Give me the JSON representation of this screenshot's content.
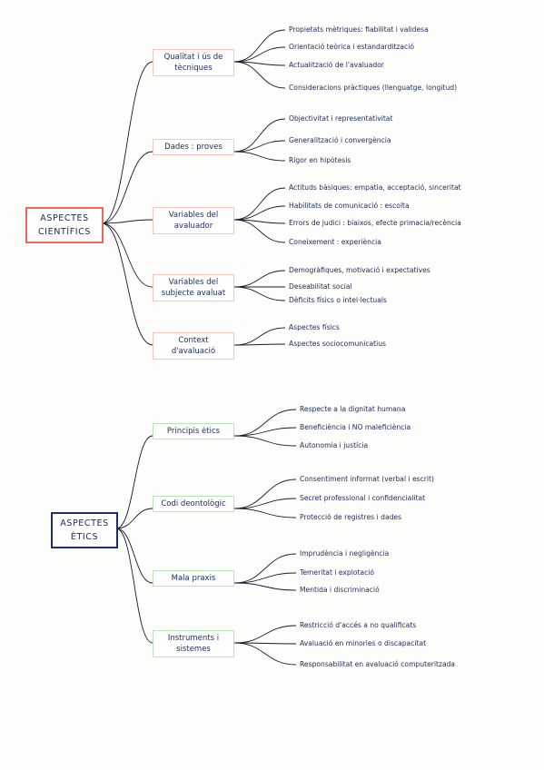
{
  "diagram": {
    "roots": [
      {
        "id": "sci",
        "label": "ASPECTES CIENTÍFICS",
        "border_color": "#e8695a",
        "children": [
          {
            "label": "Qualitat i ús de tècniques",
            "leaves": [
              "Propietats mètriques: fiabilitat i validesa",
              "Orientació teòrica i estandardització",
              "Actualització de l'avaluador",
              "Consideracions pràctiques (llenguatge, longitud)"
            ]
          },
          {
            "label": "Dades : proves",
            "leaves": [
              "Objectivitat i representativitat",
              "Generalització i convergència",
              "Rigor en hipòtesis"
            ]
          },
          {
            "label": "Variables del avaluador",
            "leaves": [
              "Actituds bàsiques: empatia, acceptació, sinceritat",
              "Habilitats de comunicació : escolta",
              "Errors de judici : biaixos, efecte primacia/recència",
              "Coneixement : experiència"
            ]
          },
          {
            "label": "Variables del subjecte avaluat",
            "leaves": [
              "Demogràfiques, motivació i expectatives",
              "Deseabilitat social",
              "Dèficits físics o intel·lectuals"
            ]
          },
          {
            "label": "Context d'avaluació",
            "leaves": [
              "Aspectes físics",
              "Aspectes sociocomunicatius"
            ]
          }
        ]
      },
      {
        "id": "eth",
        "label": "ASPECTES ÈTICS",
        "border_color": "#1c2e6b",
        "children": [
          {
            "label": "Principis ètics",
            "leaves": [
              "Respecte a la dignitat humana",
              "Beneficiència i NO maleficiència",
              "Autonomia i justícia"
            ]
          },
          {
            "label": "Codi deontològic",
            "leaves": [
              "Consentiment informat (verbal i escrit)",
              "Secret professional i confidencialitat",
              "Protecció de registres i dades"
            ]
          },
          {
            "label": "Mala praxis",
            "leaves": [
              "Imprudència i negligència",
              "Temeritat i explotació",
              "Mentida i discriminació"
            ]
          },
          {
            "label": "Instruments i sistemes",
            "leaves": [
              "Restricció d'accés a no qualificats",
              "Avaluació en minories o discapacitat",
              "Responsabilitat en avaluació computeritzada"
            ]
          }
        ]
      }
    ]
  }
}
